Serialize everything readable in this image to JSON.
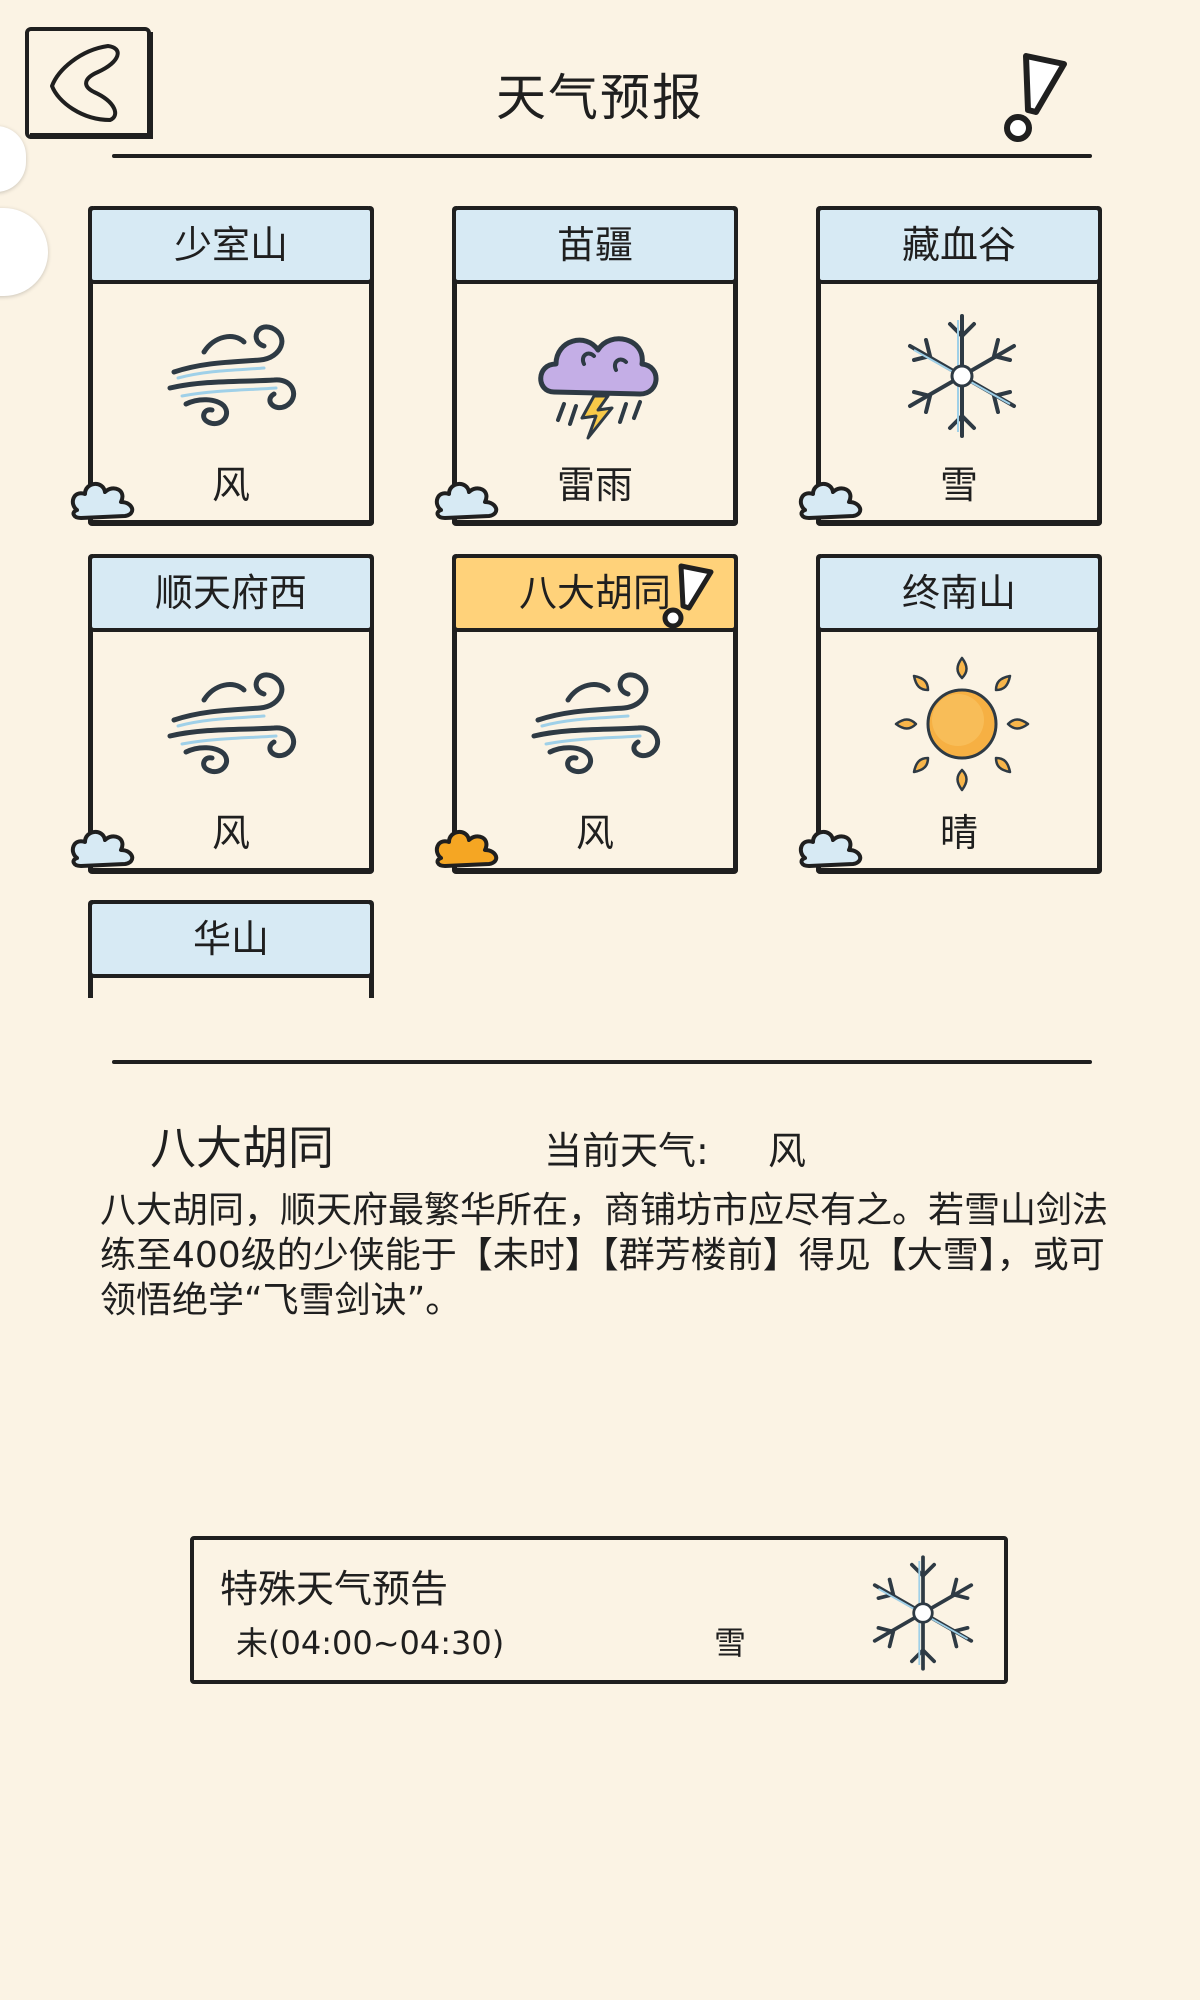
{
  "header": {
    "title": "天气预报"
  },
  "locations": [
    {
      "name": "少室山",
      "weather": "风",
      "icon": "wind-icon",
      "selected": false
    },
    {
      "name": "苗疆",
      "weather": "雷雨",
      "icon": "thunderstorm-icon",
      "selected": false
    },
    {
      "name": "藏血谷",
      "weather": "雪",
      "icon": "snowflake-icon",
      "selected": false
    },
    {
      "name": "顺天府西",
      "weather": "风",
      "icon": "wind-icon",
      "selected": false
    },
    {
      "name": "八大胡同",
      "weather": "风",
      "icon": "wind-icon",
      "selected": true
    },
    {
      "name": "终南山",
      "weather": "晴",
      "icon": "sun-icon",
      "selected": false
    },
    {
      "name": "华山",
      "weather": "",
      "icon": "",
      "selected": false
    }
  ],
  "detail": {
    "name": "八大胡同",
    "current_label": "当前天气:",
    "current_weather": "风",
    "description": "八大胡同，顺天府最繁华所在，商铺坊市应尽有之。若雪山剑法练至400级的少侠能于【未时】【群芳楼前】得见【大雪】，或可领悟绝学“飞雪剑诀”。"
  },
  "forecast": {
    "title": "特殊天气预告",
    "time": "未(04:00~04:30)",
    "weather": "雪",
    "icon": "snowflake-icon"
  },
  "colors": {
    "background": "#fbf3e4",
    "card_header": "#d7eaf4",
    "card_header_selected": "#ffd27a",
    "ink": "#1f1f1f",
    "accent_orange": "#f5a623"
  }
}
